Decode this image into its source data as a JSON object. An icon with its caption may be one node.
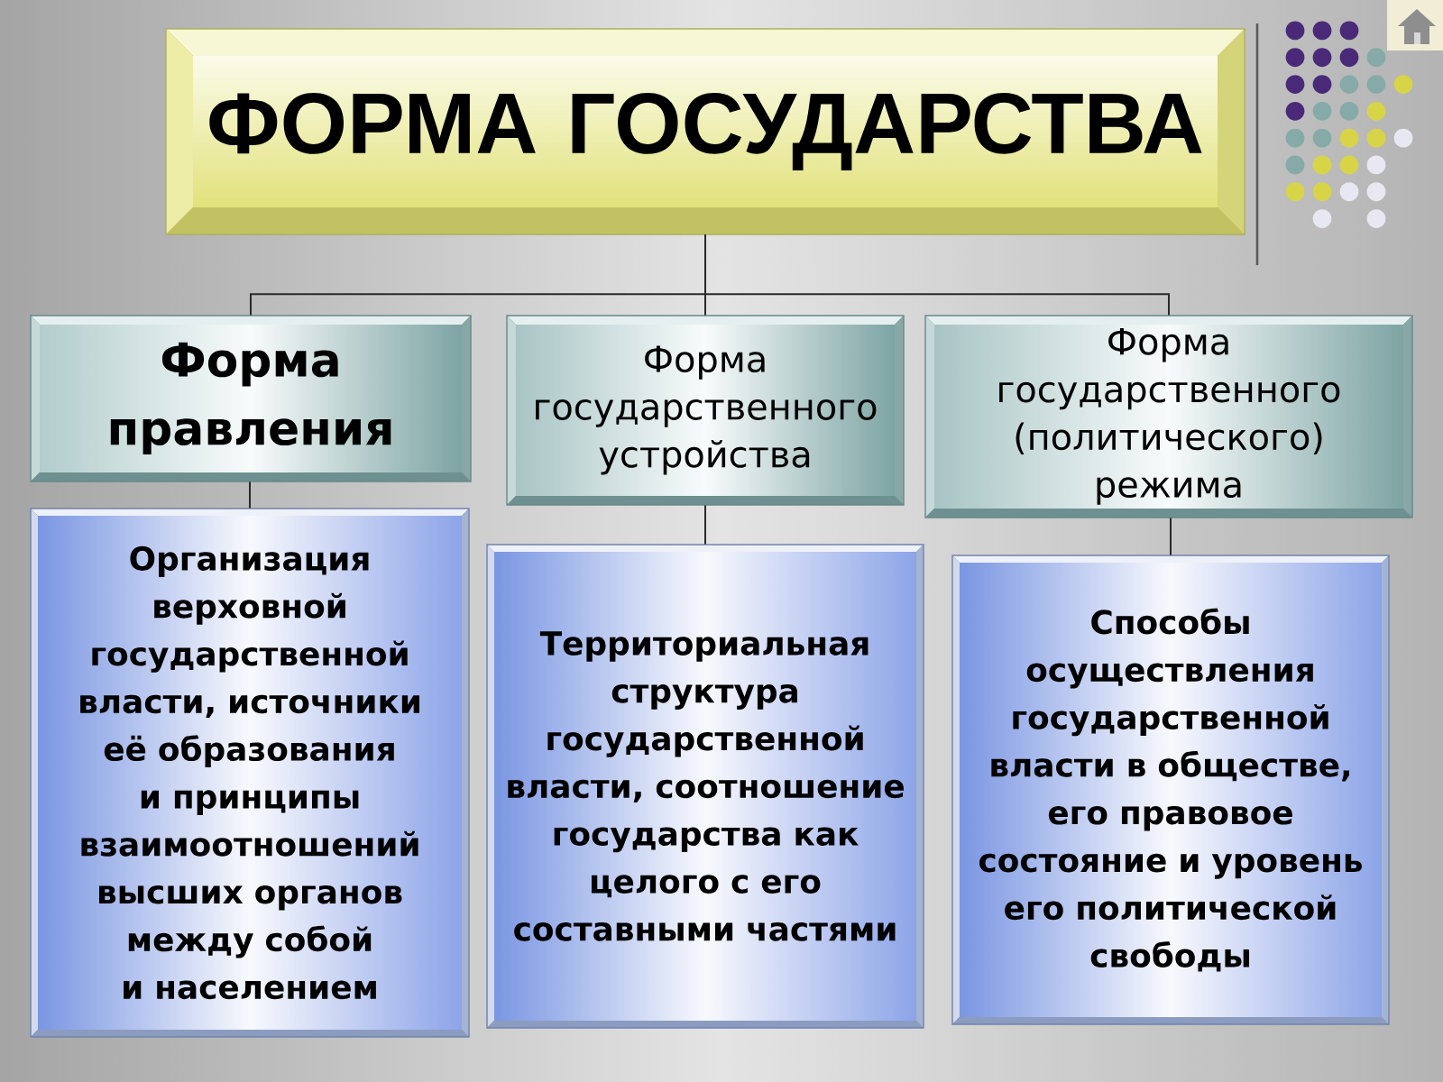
{
  "diagram": {
    "nodes": [
      {
        "text": [
          "ФОРМА ГОСУДАРСТВА"
        ]
      },
      {
        "text": [
          "Форма правления"
        ]
      },
      {
        "text": [
          "Форма государственного устройства"
        ]
      },
      {
        "text": [
          "Форма государственного (политического) режима"
        ]
      },
      {
        "text": [
          "Организация верховной государственной власти, источники её образования и принципы взаимоотношений высших органов между собой и населением"
        ]
      },
      {
        "text": [
          "Территориальная структура государственной власти, соотношение государства как целого с его составными частями"
        ]
      },
      {
        "text": [
          "Способы осуществления государственной власти в обществе, его правовое состояние и уровень его политической свободы"
        ]
      }
    ],
    "edges": [
      {
        "from": 0,
        "to": 1,
        "arrow": "none"
      },
      {
        "from": 0,
        "to": 2,
        "arrow": "none"
      },
      {
        "from": 0,
        "to": 3,
        "arrow": "none"
      },
      {
        "from": 1,
        "to": 4,
        "arrow": "none"
      },
      {
        "from": 2,
        "to": 5,
        "arrow": "none"
      },
      {
        "from": 3,
        "to": 6,
        "arrow": "none"
      }
    ]
  }
}
